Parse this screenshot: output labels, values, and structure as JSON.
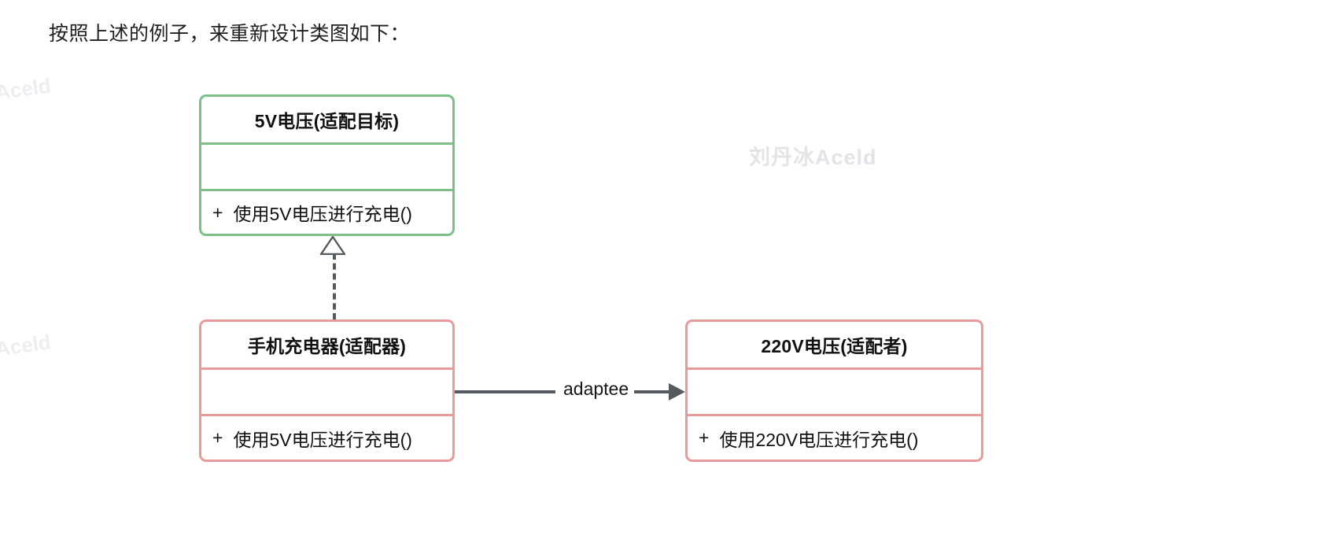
{
  "page": {
    "heading": "按照上述的例子，来重新设计类图如下："
  },
  "watermarks": {
    "main": "刘丹冰Aceld",
    "edge_top": "Aceld",
    "edge_bottom": "Aceld"
  },
  "diagram": {
    "type": "uml-class-diagram",
    "colors": {
      "target_border": "#7cc088",
      "adapter_border": "#e79a9a",
      "adaptee_border": "#e79a9a",
      "connector": "#555a5e",
      "background": "#ffffff"
    },
    "classes": [
      {
        "id": "target",
        "name": "5V电压(适配目标)",
        "attributes": [],
        "methods": [
          {
            "visibility": "+",
            "signature": "使用5V电压进行充电()"
          }
        ],
        "border_color": "#7cc088"
      },
      {
        "id": "adapter",
        "name": "手机充电器(适配器)",
        "attributes": [],
        "methods": [
          {
            "visibility": "+",
            "signature": "使用5V电压进行充电()"
          }
        ],
        "border_color": "#e79a9a"
      },
      {
        "id": "adaptee",
        "name": "220V电压(适配者)",
        "attributes": [],
        "methods": [
          {
            "visibility": "+",
            "signature": "使用220V电压进行充电()"
          }
        ],
        "border_color": "#e79a9a"
      }
    ],
    "relations": [
      {
        "id": "realization",
        "from": "adapter",
        "to": "target",
        "kind": "realization",
        "line": "dashed",
        "arrowhead": "hollow-triangle",
        "label": ""
      },
      {
        "id": "association",
        "from": "adapter",
        "to": "adaptee",
        "kind": "association",
        "line": "solid",
        "arrowhead": "filled-arrow",
        "label": "adaptee"
      }
    ]
  }
}
